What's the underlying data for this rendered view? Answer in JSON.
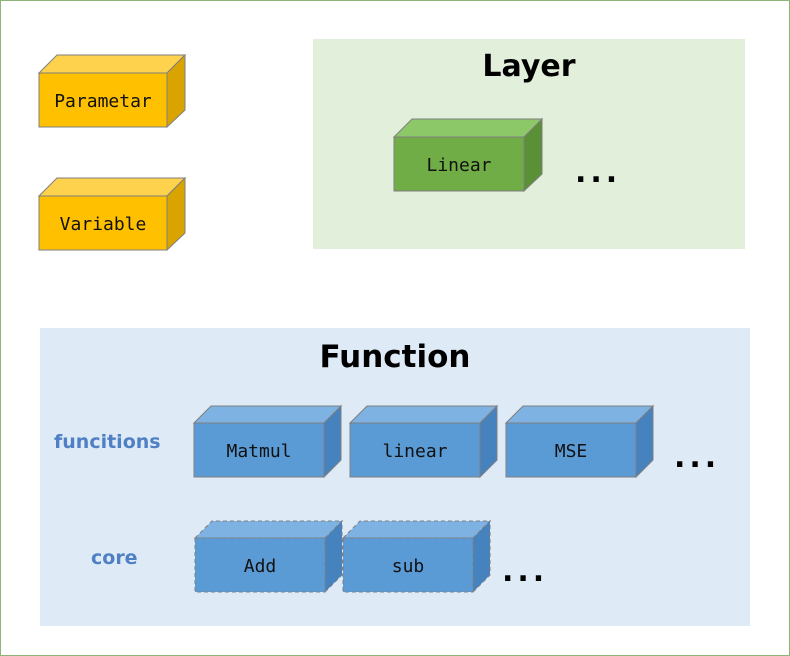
{
  "standalone": {
    "parameter_label": "Parametar",
    "variable_label": "Variable"
  },
  "layer": {
    "title": "Layer",
    "box_label": "Linear",
    "more": "..."
  },
  "function": {
    "title": "Function",
    "functions_row_label": "funcitions",
    "core_row_label": "core",
    "functions": [
      "Matmul",
      "linear",
      "MSE"
    ],
    "core": [
      "Add",
      "sub"
    ],
    "more_functions": "...",
    "more_core": "..."
  },
  "colors": {
    "yellow_front": "#ffc000",
    "yellow_top": "#ffd24d",
    "yellow_side": "#d9a300",
    "green_front": "#70ad47",
    "green_top": "#8cc768",
    "green_side": "#5a9137",
    "blue_front": "#5b9bd5",
    "blue_top": "#7db2e3",
    "blue_side": "#4682bd",
    "layer_bg": "#e2efda",
    "function_bg": "#deebf7",
    "row_label": "#4f7fc4"
  }
}
